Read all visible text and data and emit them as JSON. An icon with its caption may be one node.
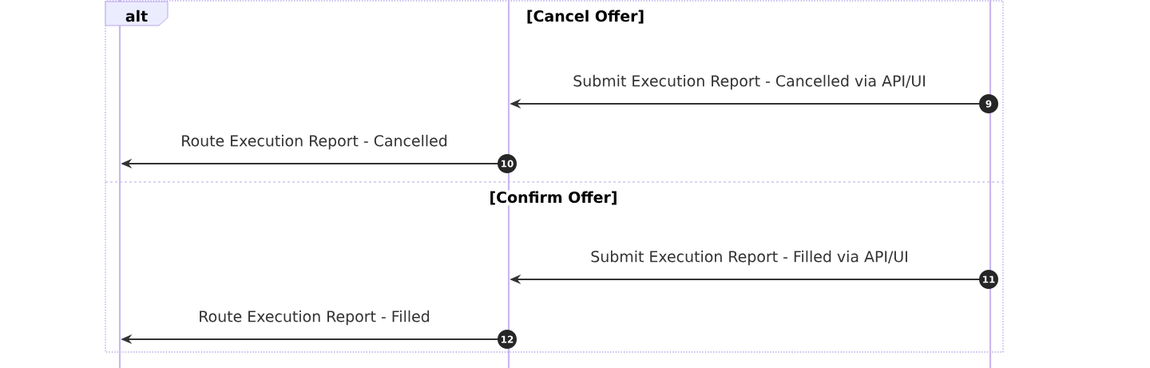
{
  "diagram": {
    "nodes": [
      {
        "text": [],
        "shape": "bar"
      },
      {
        "text": [],
        "shape": "bar"
      },
      {
        "text": [],
        "shape": "bar"
      }
    ],
    "edges": [
      {
        "from": 2,
        "to": 1,
        "arrow": "to",
        "label": "Submit Execution Report - Cancelled via API/UI"
      },
      {
        "from": 1,
        "to": 0,
        "arrow": "to",
        "label": "Route Execution Report - Cancelled"
      },
      {
        "from": 2,
        "to": 1,
        "arrow": "to",
        "label": "Submit Execution Report - Filled via API/UI"
      },
      {
        "from": 1,
        "to": 0,
        "arrow": "to",
        "label": "Route Execution Report - Filled"
      }
    ],
    "labels": [
      "alt",
      "[Cancel Offer]",
      "9",
      "10",
      "[Confirm Offer]",
      "11",
      "12"
    ]
  }
}
